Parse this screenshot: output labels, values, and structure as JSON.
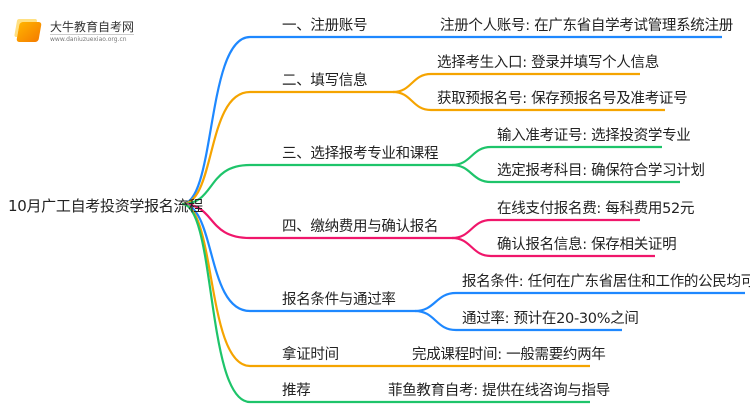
{
  "logo": {
    "title": "大牛教育自考网",
    "url": "www.daniuzuexiao.org.cn"
  },
  "root": {
    "label": "10月广工自考投资学报名流程"
  },
  "colors": {
    "blue": "#1e88ff",
    "orange": "#f5a400",
    "green": "#1ec46a",
    "pink": "#f0166b"
  },
  "branches": [
    {
      "label": "一、注册账号",
      "color": "blue",
      "children": [
        "注册个人账号: 在广东省自学考试管理系统注册"
      ]
    },
    {
      "label": "二、填写信息",
      "color": "orange",
      "children": [
        "选择考生入口: 登录并填写个人信息",
        "获取预报名号: 保存预报名号及准考证号"
      ]
    },
    {
      "label": "三、选择报考专业和课程",
      "color": "green",
      "children": [
        "输入准考证号: 选择投资学专业",
        "选定报考科目: 确保符合学习计划"
      ]
    },
    {
      "label": "四、缴纳费用与确认报名",
      "color": "pink",
      "children": [
        "在线支付报名费: 每科费用52元",
        "确认报名信息: 保存相关证明"
      ]
    },
    {
      "label": "报名条件与通过率",
      "color": "blue",
      "children": [
        "报名条件: 任何在广东省居住和工作的公民均可参加",
        "通过率: 预计在20-30%之间"
      ]
    },
    {
      "label": "拿证时间",
      "color": "orange",
      "children": [
        "完成课程时间: 一般需要约两年"
      ]
    },
    {
      "label": "推荐",
      "color": "green",
      "children": [
        "菲鱼教育自考: 提供在线咨询与指导"
      ]
    }
  ]
}
